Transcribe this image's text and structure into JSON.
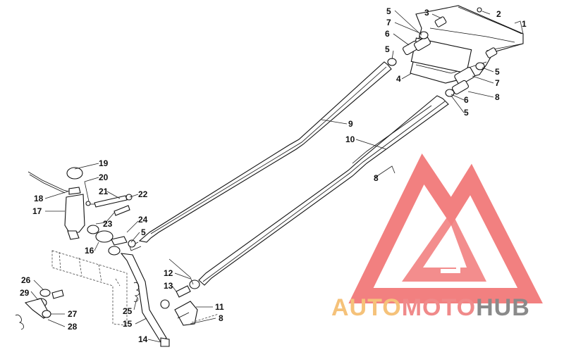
{
  "logo": {
    "part_auto": "AUTO",
    "part_moto": "MOTO",
    "part_hub": "HUB",
    "color_auto": "#f5c27a",
    "color_moto": "#f08a8a",
    "color_hub": "#8a8a8a",
    "mark_color": "#f06a6a"
  },
  "callouts": [
    {
      "id": "c1",
      "label": "1"
    },
    {
      "id": "c2",
      "label": "2"
    },
    {
      "id": "c3",
      "label": "3"
    },
    {
      "id": "c4",
      "label": "4"
    },
    {
      "id": "c5a",
      "label": "5"
    },
    {
      "id": "c5b",
      "label": "5"
    },
    {
      "id": "c5c",
      "label": "5"
    },
    {
      "id": "c5d",
      "label": "5"
    },
    {
      "id": "c5e",
      "label": "5"
    },
    {
      "id": "c6a",
      "label": "6"
    },
    {
      "id": "c6b",
      "label": "6"
    },
    {
      "id": "c7a",
      "label": "7"
    },
    {
      "id": "c7b",
      "label": "7"
    },
    {
      "id": "c8a",
      "label": "8"
    },
    {
      "id": "c8b",
      "label": "8"
    },
    {
      "id": "c8c",
      "label": "8"
    },
    {
      "id": "c9",
      "label": "9"
    },
    {
      "id": "c10",
      "label": "10"
    },
    {
      "id": "c11",
      "label": "11"
    },
    {
      "id": "c12",
      "label": "12"
    },
    {
      "id": "c13",
      "label": "13"
    },
    {
      "id": "c14",
      "label": "14"
    },
    {
      "id": "c15",
      "label": "15"
    },
    {
      "id": "c16",
      "label": "16"
    },
    {
      "id": "c17",
      "label": "17"
    },
    {
      "id": "c18",
      "label": "18"
    },
    {
      "id": "c19",
      "label": "19"
    },
    {
      "id": "c20",
      "label": "20"
    },
    {
      "id": "c21",
      "label": "21"
    },
    {
      "id": "c22",
      "label": "22"
    },
    {
      "id": "c23",
      "label": "23"
    },
    {
      "id": "c24",
      "label": "24"
    },
    {
      "id": "c25",
      "label": "25"
    },
    {
      "id": "c26",
      "label": "26"
    },
    {
      "id": "c27",
      "label": "27"
    },
    {
      "id": "c28",
      "label": "28"
    },
    {
      "id": "c29",
      "label": "29"
    }
  ]
}
